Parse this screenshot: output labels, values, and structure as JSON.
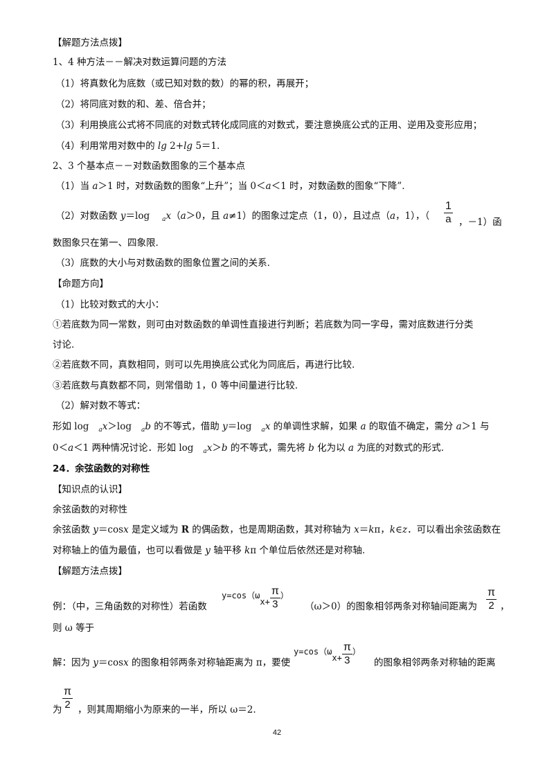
{
  "s1": {
    "heading": "【解题方法点拨】",
    "l1": "1、4 种方法－－解决对数运算问题的方法",
    "l2": "（1）将真数化为底数（或已知对数的数）的幂的积，再展开；",
    "l3": "（2）将同底对数的和、差、倍合并；",
    "l4": "（3）利用换底公式将不同底的对数式转化成同底的对数式，要注意换底公式的正用、逆用及变形应用；",
    "l5": {
      "a": "（4）利用常用对数中的 ",
      "b": "lg",
      "c": " 2+",
      "d": "lg",
      "e": " 5＝1."
    },
    "l6": "2、3 个基本点－－对数函数图象的三个基本点",
    "l7": {
      "a": "（1）当 ",
      "b": "a",
      "c": "＞1 时，对数函数的图象“上升”；当 0＜",
      "d": "a",
      "e": "＜1 时，对数函数的图象“下降”."
    },
    "l8": {
      "a": "（2）对数函数 ",
      "b": "y",
      "c": "＝log",
      "d": "a",
      "e": "x",
      "f": "（",
      "g": "a",
      "h": "＞0，且 ",
      "i": "a",
      "j": "≠1）的图象过定点（1，0），且过点（",
      "k": "a",
      "l": "，1），（",
      "m": "，－1）函",
      "frac_num": "1",
      "frac_den": "a"
    },
    "l9": "数图象只在第一、四象限.",
    "l10": "（3）底数的大小与对数函数的图象位置之间的关系."
  },
  "s2": {
    "heading": "【命题方向】",
    "l1": "（1）比较对数式的大小：",
    "l2": "①若底数为同一常数，则可由对数函数的单调性直接进行判断；若底数为同一字母，需对底数进行分类",
    "l3": "讨论.",
    "l4": "②若底数不同，真数相同，则可以先用换底公式化为同底后，再进行比较.",
    "l5": "③若底数与真数都不同，则常借助 1，0 等中间量进行比较.",
    "l6": "（2）解对数不等式：",
    "l7": {
      "a": "形如 log",
      "b": "a",
      "c": "x",
      "d": "＞log",
      "e": "a",
      "f": "b",
      "g": " 的不等式，借助 ",
      "h": "y",
      "i": "＝log",
      "j": "a",
      "k": "x",
      "l": " 的单调性求解，如果 ",
      "m": "a",
      "n": " 的取值不确定，需分 ",
      "o": "a",
      "p": "＞1 与"
    },
    "l8": {
      "a": "0＜",
      "b": "a",
      "c": "＜1 两种情况讨论．形如 log",
      "d": "a",
      "e": "x",
      "f": "＞",
      "g": "b",
      "h": " 的不等式，需先将 ",
      "i": "b",
      "j": " 化为以 ",
      "k": "a",
      "l": " 为底的对数式的形式."
    }
  },
  "s3": {
    "title": "24．余弦函数的对称性",
    "heading": "【知识点的认识】",
    "l1": "余弦函数的对称性",
    "l2": {
      "a": "余弦函数 ",
      "b": "y",
      "c": "＝cos",
      "d": "x",
      "e": " 是定义域为 ",
      "f": "R",
      "g": " 的偶函数，也是周期函数，其对称轴为 ",
      "h": "x",
      "i": "＝",
      "j": "k",
      "k": "π，",
      "l": "k",
      "m": "∈",
      "n": "z",
      "o": "．可以看出余弦函数在"
    },
    "l3": {
      "a": "对称轴上的值为最值，也可以看做是 ",
      "b": "y",
      "c": " 轴平移 ",
      "d": "k",
      "e": "π 个单位后依然还是对称轴."
    }
  },
  "s4": {
    "heading": "【解题方法点拨】",
    "ex": {
      "a": "例：（中，三角函数的对称性）若函数",
      "f1": "y=cos（ω",
      "f2": "x+",
      "pi": "π",
      "three": "3",
      "f3": "）",
      "b": "（ω＞0）的图象相邻两条对称轴间距离为",
      "c": "，"
    },
    "ex2": "则 ω 等于",
    "sol": {
      "a": "解：因为 ",
      "b": "y",
      "c": "＝cos",
      "d": "x",
      "e": " 的图象相邻两条对称轴距离为 π，要使",
      "f": "的图象相邻两条对称轴的距离"
    },
    "sol2": {
      "a": "为",
      "b": "，则其周期缩小为原来的一半，所以 ω＝2."
    },
    "half_num": "π",
    "half_den": "2"
  },
  "page_number": "42"
}
